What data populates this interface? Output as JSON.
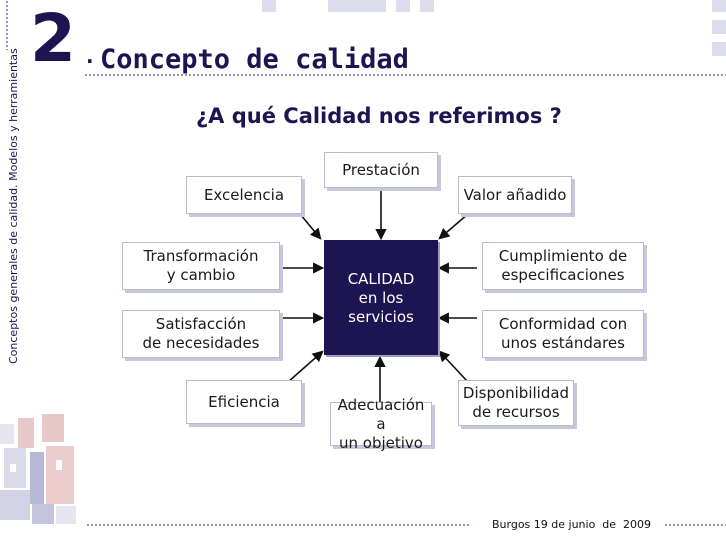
{
  "section_number": "2",
  "section_dot": ".",
  "title": "Concepto de calidad",
  "vertical_caption": "Conceptos generales de calidad. Modelos y herramientas",
  "subtitle": "¿A qué Calidad nos referimos ?",
  "diagram": {
    "center": "CALIDAD\nen los\nservicios",
    "top": "Prestación",
    "top_left": "Excelencia",
    "top_right": "Valor añadido",
    "left_1": "Transformación\ny cambio",
    "left_2": "Satisfacción\nde necesidades",
    "bottom_left": "Eficiencia",
    "bottom": "Adecuación a\nun objetivo",
    "right_1": "Cumplimiento de\nespecificaciones",
    "right_2": "Conformidad con\nunos estándares",
    "bottom_right": "Disponibilidad\nde recursos"
  },
  "footer": "Burgos 19 de junio  de  2009",
  "colors": {
    "accent": "#1c1552",
    "box_border": "#b9b9cf",
    "dots": "#8a8ab8"
  }
}
